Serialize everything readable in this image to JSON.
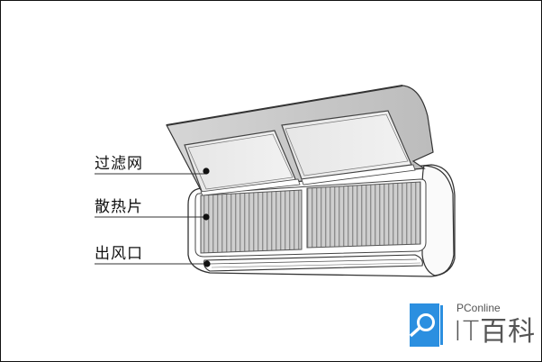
{
  "diagram": {
    "subject": "wall-mounted air conditioner indoor unit",
    "labels": [
      {
        "id": "filter",
        "text": "过滤网"
      },
      {
        "id": "heat-sink",
        "text": "散热片"
      },
      {
        "id": "air-outlet",
        "text": "出风口"
      }
    ]
  },
  "logo": {
    "brand_small": "PConline",
    "brand_big": "IT百科",
    "accent_color": "#2b8fe0"
  }
}
